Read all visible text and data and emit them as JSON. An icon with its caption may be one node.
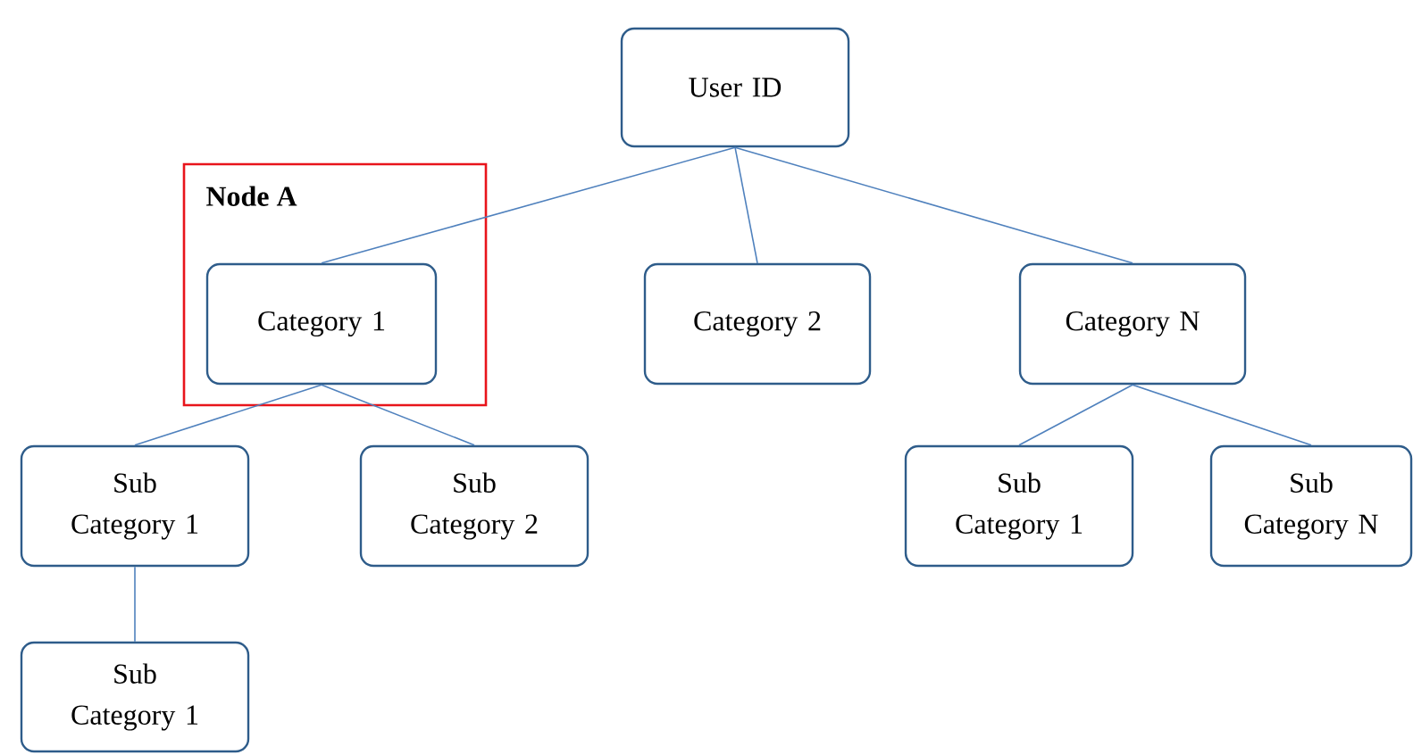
{
  "diagram": {
    "nodes": [
      {
        "text": [
          "User ID"
        ]
      },
      {
        "text": [
          "Node A"
        ]
      },
      {
        "text": [
          "Category 1"
        ],
        "in": 1
      },
      {
        "text": [
          "Category 2"
        ]
      },
      {
        "text": [
          "Category N"
        ]
      },
      {
        "text": [
          "Sub Category 1"
        ]
      },
      {
        "text": [
          "Sub Category 2"
        ]
      },
      {
        "text": [
          "Sub Category 1"
        ]
      },
      {
        "text": [
          "Sub Category N"
        ]
      },
      {
        "text": [
          "Sub Category 1"
        ]
      }
    ],
    "edges": [
      {
        "from": 0,
        "to": 2,
        "arrow": "none"
      },
      {
        "from": 0,
        "to": 3,
        "arrow": "none"
      },
      {
        "from": 0,
        "to": 4,
        "arrow": "none"
      },
      {
        "from": 2,
        "to": 5,
        "arrow": "none"
      },
      {
        "from": 2,
        "to": 6,
        "arrow": "none"
      },
      {
        "from": 4,
        "to": 7,
        "arrow": "none"
      },
      {
        "from": 4,
        "to": 8,
        "arrow": "none"
      },
      {
        "from": 5,
        "to": 9,
        "arrow": "none"
      }
    ]
  }
}
